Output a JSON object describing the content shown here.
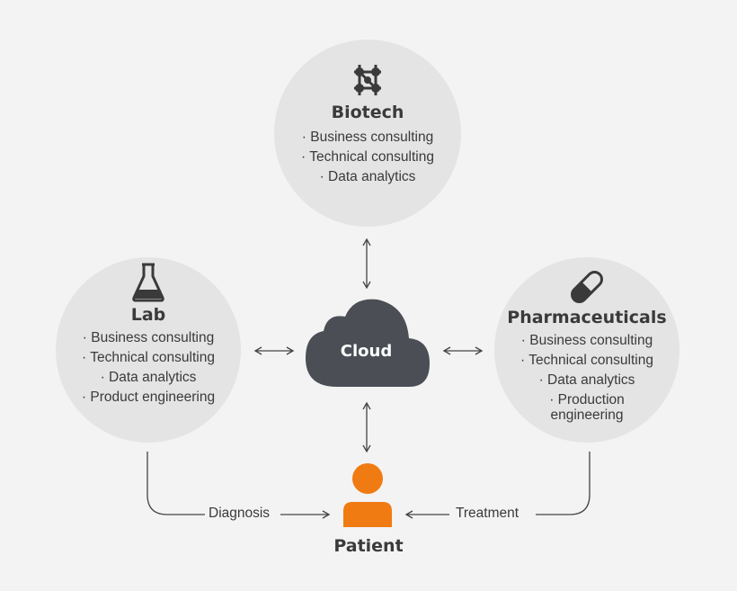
{
  "colors": {
    "node_bg": "#e4e4e4",
    "cloud": "#4b4f55",
    "patient": "#f07b12",
    "text": "#3a3a3a"
  },
  "biotech": {
    "title": "Biotech",
    "icon": "molecule-icon",
    "items": [
      "Business consulting",
      "Technical consulting",
      "Data analytics"
    ]
  },
  "lab": {
    "title": "Lab",
    "icon": "flask-icon",
    "items": [
      "Business consulting",
      "Technical consulting",
      "Data analytics",
      "Product engineering"
    ]
  },
  "pharma": {
    "title": "Pharmaceuticals",
    "icon": "pill-icon",
    "items": [
      "Business consulting",
      "Technical consulting",
      "Data analytics",
      "Production engineering"
    ]
  },
  "cloud": {
    "label": "Cloud",
    "icon": "cloud-icon"
  },
  "patient": {
    "label": "Patient",
    "icon": "person-icon"
  },
  "flows": {
    "diagnosis": "Diagnosis",
    "treatment": "Treatment"
  }
}
